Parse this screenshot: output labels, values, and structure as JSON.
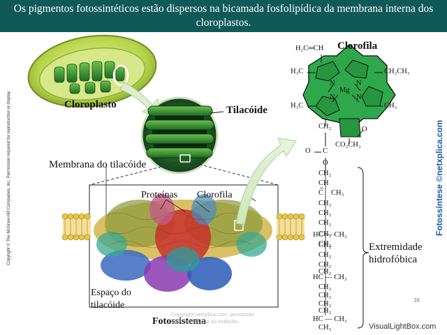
{
  "title": "Os pigmentos fotossintéticos estão dispersos na bicamada fosfolipídica da membrana interna dos cloroplastos.",
  "labels": {
    "chloroplast": "Cloroplasto",
    "thylakoid": "Tilacóide",
    "thylakoid_membrane": "Membrana do tilacóide",
    "proteins": "Proteínas",
    "chlorophyll": "Clorofila",
    "thylakoid_space_1": "Espaço do",
    "thylakoid_space_2": "tilacóide",
    "photosystem": "Fotossistema",
    "chlorophyll_title": "Clorofila",
    "hydrophobic_1": "Extremidade",
    "hydrophobic_2": "hidrofóbica"
  },
  "chem": {
    "h2c_ch": "H₂C═CH",
    "h3c_1": "H₃C",
    "ch2ch3": "CH₂CH₃",
    "mg": "Mg",
    "n1": "N",
    "n2": "N",
    "n3": "N",
    "n4": "N",
    "h3c_2": "H₃C",
    "ch3": "CH₃",
    "co2ch3": "CO₂CH₃",
    "o_ket": "O",
    "o_ester": "O",
    "c_ester": "C",
    "o_link": "O",
    "chain": [
      "CH₂",
      "CH₂",
      "CH",
      "CH₂",
      "CH₂",
      "CH₂",
      "CH₂",
      "CH₂",
      "HC — CH₃",
      "CH₂",
      "CH₂",
      "CH₂",
      "CH₂",
      "HC — CH₃",
      "CH₂",
      "CH₂",
      "CH₂",
      "CH₂",
      "HC — CH₃",
      "CH₃"
    ],
    "branch_ch3": "CH₃",
    "eq": "="
  },
  "side_copyright": "Copyright © The McGraw-Hill Companies, Inc. Permission required for reproduction or display.",
  "side_brand": "Fotossíntese ©netxplica.com",
  "watermark_1": "Copyright netxplica.com: permissão",
  "watermark_2": "para reprodução ou exibição.",
  "page_number": "38",
  "footer": "VisualLightBox.com",
  "colors": {
    "header_bg": "#0f5a58",
    "chlorophyll_green": "#2ea84a",
    "chloroplast_green": "#9ac43a",
    "lipid_yellow": "#e8c64a",
    "brand_blue": "#1a5aa8"
  }
}
